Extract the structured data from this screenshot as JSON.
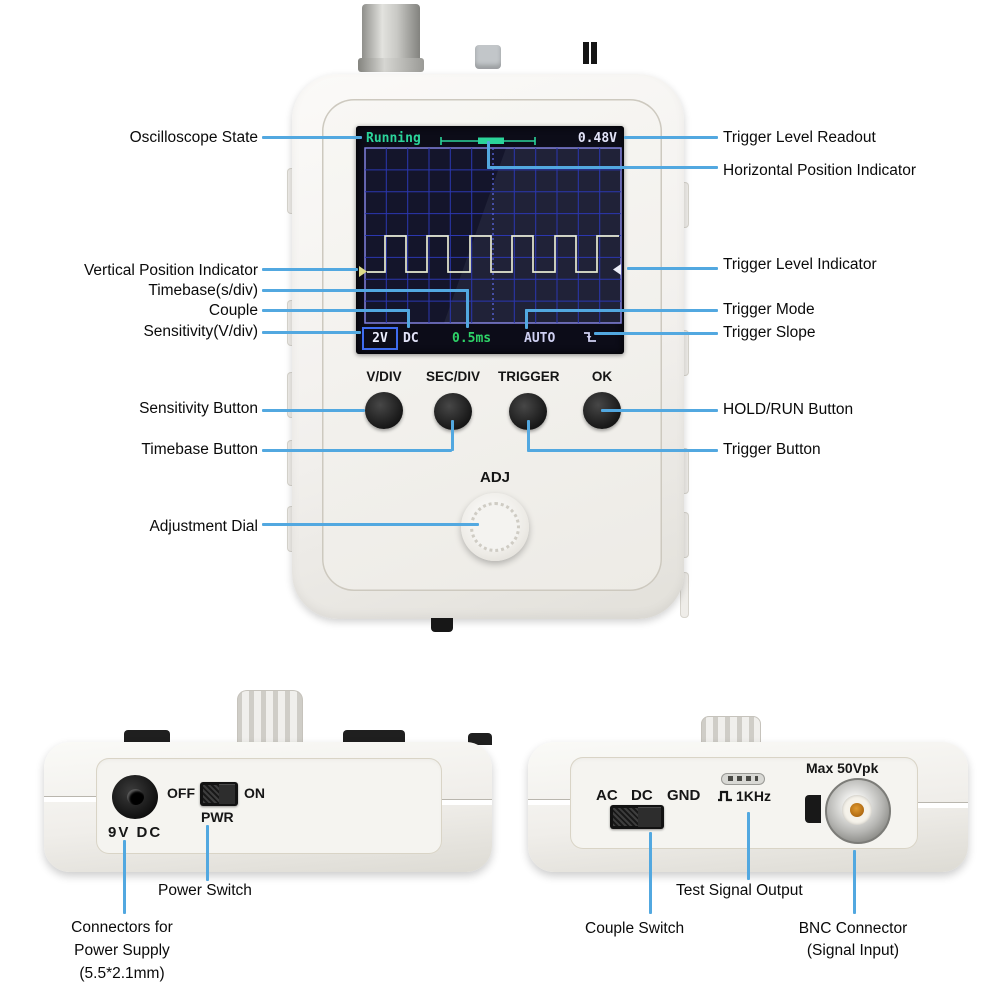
{
  "colors": {
    "callout_line": "#52a8e0",
    "label_text": "#0a0a0a",
    "screen_green": "#2bd49a",
    "screen_timebase_green": "#2ed468",
    "screen_white": "#e2e3f8",
    "screen_grid_blue": "#2b37b0",
    "waveform": "#e7ead0",
    "sensitivity_box_border": "#3f6cf0"
  },
  "labels": {
    "left": {
      "oscilloscope_state": "Oscilloscope State",
      "vertical_position_indicator": "Vertical Position Indicator",
      "timebase": "Timebase(s/div)",
      "couple": "Couple",
      "sensitivity": "Sensitivity(V/div)",
      "sensitivity_button": "Sensitivity Button",
      "timebase_button": "Timebase Button",
      "adjustment_dial": "Adjustment Dial"
    },
    "right": {
      "trigger_level_readout": "Trigger Level Readout",
      "horizontal_position_indicator": "Horizontal Position Indicator",
      "trigger_level_indicator": "Trigger Level Indicator",
      "trigger_mode": "Trigger Mode",
      "trigger_slope": "Trigger Slope",
      "hold_run_button": "HOLD/RUN Button",
      "trigger_button": "Trigger Button"
    },
    "bottom_left": {
      "power_switch": "Power Switch",
      "connectors": [
        "Connectors for",
        "Power Supply",
        "(5.5*2.1mm)"
      ]
    },
    "bottom_right": {
      "test_signal_output": "Test Signal Output",
      "couple_switch": "Couple Switch",
      "bnc": [
        "BNC Connector",
        "(Signal Input)"
      ]
    }
  },
  "scope": {
    "screen": {
      "status": "Running",
      "trigger_level": "0.48V",
      "sensitivity": "2V",
      "couple": "DC",
      "timebase": "0.5ms",
      "trigger_mode": "AUTO",
      "waveform": "square",
      "icons": {
        "horizontal_position": "bracket-marker",
        "vertical_position": "right-arrow",
        "trigger_level": "left-arrow",
        "trigger_slope": "falling-edge"
      }
    },
    "buttons": {
      "vdiv": "V/DIV",
      "secdiv": "SEC/DIV",
      "trigger": "TRIGGER",
      "ok": "OK"
    },
    "adj": "ADJ"
  },
  "left_view": {
    "port": "9V DC",
    "off": "OFF",
    "on": "ON",
    "pwr": "PWR"
  },
  "right_view": {
    "ac": "AC",
    "dc": "DC",
    "gnd": "GND",
    "khz": "1KHz",
    "max_voltage": "Max 50Vpk"
  }
}
